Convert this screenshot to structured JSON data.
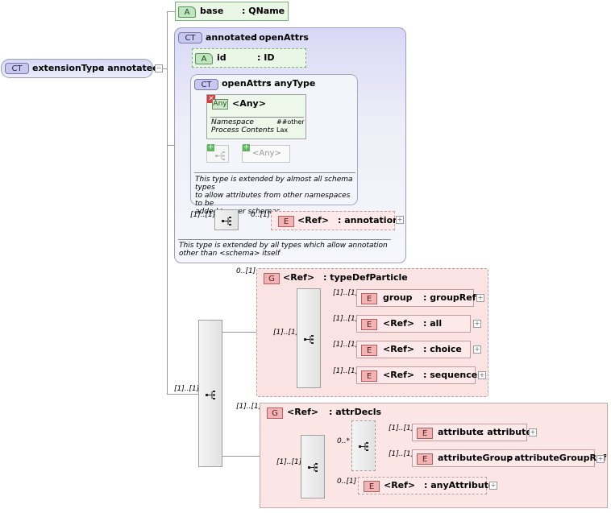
{
  "root": {
    "badge": "CT",
    "name": "extensionType",
    "type": ": annotated"
  },
  "base_attr": {
    "badge": "A",
    "name": "base",
    "type": ": QName"
  },
  "annotated": {
    "badge": "CT",
    "name": "annotated",
    "type": ": openAttrs",
    "doc": "This type is extended by all types which allow annotation\nother than <schema> itself"
  },
  "id_attr": {
    "badge": "A",
    "name": "id",
    "type": ": ID"
  },
  "openattrs": {
    "badge": "CT",
    "name": "openAttrs",
    "type": ": anyType",
    "any": {
      "badge": "Any",
      "name": "<Any>",
      "ns_label": "Namespace",
      "ns_value": "##other",
      "pc_label": "Process Contents",
      "pc_value": "Lax"
    },
    "any2": "<Any>",
    "doc": "This type is extended by almost all schema types\nto allow attributes from other namespaces to be\nadded to user schemas."
  },
  "annotation_ref": {
    "badge": "E",
    "name": "<Ref>",
    "type": ": annotation",
    "occ_seq": "[1]..[1]",
    "occ": "0..[1]"
  },
  "typedef": {
    "badge": "G",
    "name": "<Ref>",
    "type": ": typeDefParticle",
    "occ": "0..[1]",
    "items": [
      {
        "badge": "E",
        "name": "group",
        "type": ": groupRef",
        "occ": "[1]..[1]"
      },
      {
        "badge": "E",
        "name": "<Ref>",
        "type": ": all",
        "occ": "[1]..[1]"
      },
      {
        "badge": "E",
        "name": "<Ref>",
        "type": ": choice",
        "occ": "[1]..[1]"
      },
      {
        "badge": "E",
        "name": "<Ref>",
        "type": ": sequence",
        "occ": "[1]..[1]"
      }
    ],
    "seq_occ": "[1]..[1]"
  },
  "main_seq_occ": "[1]..[1]",
  "attrdecls": {
    "badge": "G",
    "name": "<Ref>",
    "type": ": attrDecls",
    "occ": "[1]..[1]",
    "seq_occ": "[1]..[1]",
    "choice_occ": "0..*",
    "attribute": {
      "badge": "E",
      "name": "attribute",
      "type": ": attribute",
      "occ": "[1]..[1]"
    },
    "attributeGroup": {
      "badge": "E",
      "name": "attributeGroup",
      "type": ": attributeGroupRef",
      "occ": "[1]..[1]"
    },
    "anyAttribute": {
      "badge": "E",
      "name": "<Ref>",
      "type": ": anyAttribute",
      "occ": "0..[1]"
    }
  }
}
